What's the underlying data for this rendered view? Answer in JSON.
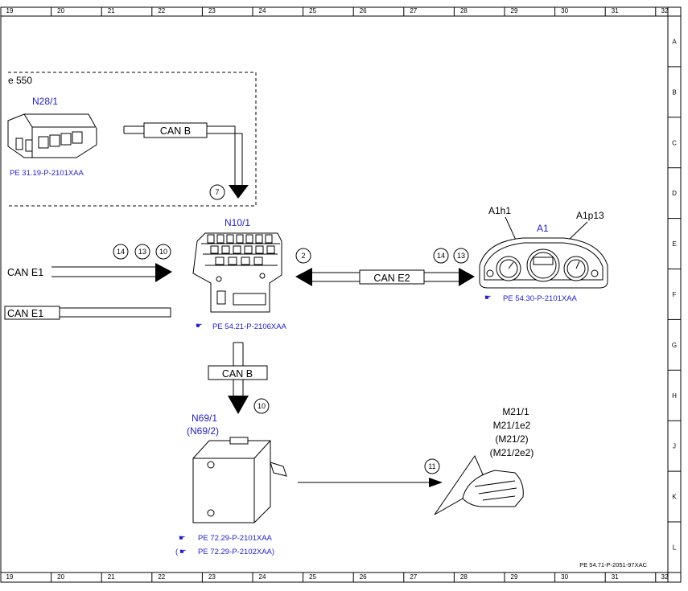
{
  "frame": {
    "columns": [
      "19",
      "20",
      "21",
      "22",
      "23",
      "24",
      "25",
      "26",
      "27",
      "28",
      "29",
      "30",
      "31",
      "32"
    ],
    "rows": [
      "A",
      "B",
      "C",
      "D",
      "E",
      "F",
      "G",
      "H",
      "J",
      "K",
      "L"
    ],
    "doc_id": "PE 54.71-P-2051-97XAC"
  },
  "box": {
    "partial_label": "e 550"
  },
  "components": {
    "n28": {
      "id": "N28/1",
      "ref": "PE 31.19-P-2101XAA"
    },
    "n10": {
      "id": "N10/1",
      "ref": "PE 54.21-P-2106XAA"
    },
    "a1": {
      "id": "A1",
      "sub1": "A1h1",
      "sub2": "A1p13",
      "ref": "PE 54.30-P-2101XAA"
    },
    "n69": {
      "id": "N69/1",
      "alt": "(N69/2)",
      "ref1": "PE 72.29-P-2101XAA",
      "ref2": "PE 72.29-P-2102XAA)",
      "ref2_open": "("
    },
    "m21": {
      "l1": "M21/1",
      "l2": "M21/1e2",
      "l3": "(M21/2)",
      "l4": "(M21/2e2)"
    }
  },
  "buses": {
    "can_b_top": "CAN B",
    "can_b_bottom": "CAN B",
    "can_e1_a": "CAN E1",
    "can_e1_b": "CAN E1",
    "can_e2": "CAN E2"
  },
  "callouts": {
    "c7": "7",
    "c14a": "14",
    "c13a": "13",
    "c10a": "10",
    "c2": "2",
    "c14b": "14",
    "c13b": "13",
    "c10b": "10",
    "c11": "11"
  },
  "icons": [
    "pointing-hand-icon"
  ]
}
